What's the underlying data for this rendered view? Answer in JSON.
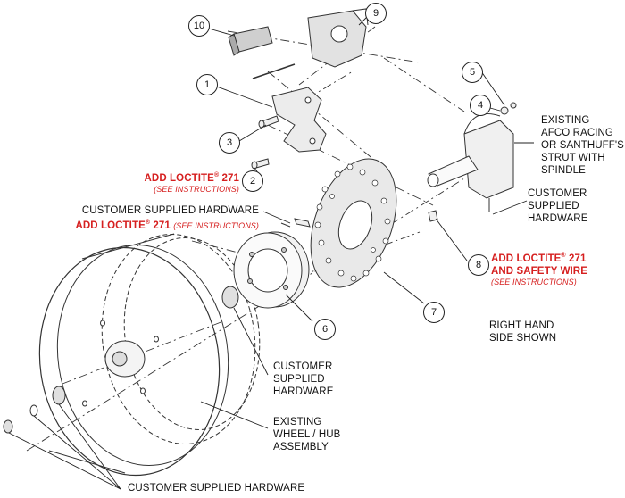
{
  "callouts": [
    "1",
    "2",
    "3",
    "4",
    "5",
    "6",
    "7",
    "8",
    "9",
    "10"
  ],
  "labels": {
    "existing_strut": [
      "EXISTING",
      "AFCO RACING",
      "OR SANTHUFF'S",
      "STRUT WITH",
      "SPINDLE"
    ],
    "customer_supplied_hardware_right": [
      "CUSTOMER",
      "SUPPLIED",
      "HARDWARE"
    ],
    "loctite_2": {
      "line1_a": "ADD LOCTITE",
      "sup": "®",
      "line1_b": " 271",
      "line2": "(SEE INSTRUCTIONS)"
    },
    "customer_hw_top": "CUSTOMER SUPPLIED HARDWARE",
    "loctite_hw": {
      "a": "ADD LOCTITE",
      "sup": "®",
      "b": " 271 ",
      "italic": "(SEE INSTRUCTIONS)"
    },
    "loctite_8": {
      "line1_a": "ADD LOCTITE",
      "sup": "®",
      "line1_b": " 271",
      "line2": "AND SAFETY WIRE",
      "line3": "(SEE INSTRUCTIONS)"
    },
    "right_hand": [
      "RIGHT HAND",
      "SIDE SHOWN"
    ],
    "customer_hw_mid": [
      "CUSTOMER",
      "SUPPLIED",
      "HARDWARE"
    ],
    "existing_wheel": [
      "EXISTING",
      "WHEEL / HUB",
      "ASSEMBLY"
    ],
    "customer_hw_bottom": "CUSTOMER  SUPPLIED HARDWARE"
  },
  "colors": {
    "red": "#d61f1f",
    "line": "#222222",
    "fill": "#e6e6e6"
  }
}
